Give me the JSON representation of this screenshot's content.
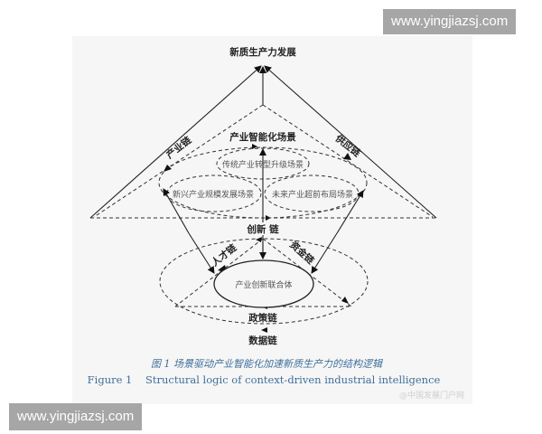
{
  "watermarks": {
    "top": "www.yingjiazsj.com",
    "bottom": "www.yingjiazsj.com",
    "weibo": "@中国发展门户网"
  },
  "diagram": {
    "top_goal": "新质生产力发展",
    "upper_section_title": "产业智能化场景",
    "scenes": [
      "传统产业转型升级场景",
      "新兴产业规模发展场景",
      "未来产业超前布局场景"
    ],
    "chains": {
      "industry": "产业链",
      "supply": "供应链",
      "innovation": "创新 链",
      "talent": "人才链",
      "capital": "资金链",
      "policy": "政策链",
      "data": "数据链"
    },
    "core": "产业创新联合体"
  },
  "caption": {
    "zh": "图 1   场景驱动产业智能化加速新质生产力的结构逻辑",
    "en": "Figure 1    Structural logic of context-driven industrial intelligence"
  }
}
